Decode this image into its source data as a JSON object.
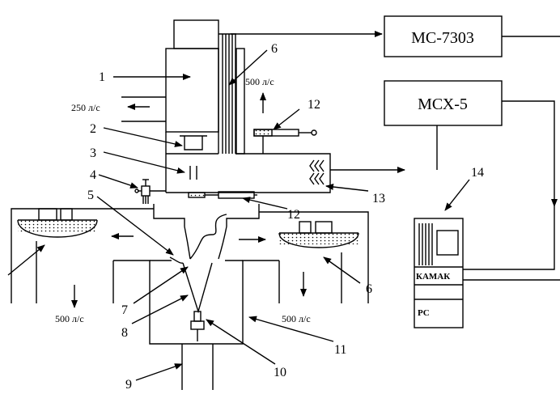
{
  "devices": {
    "ms7303": "МС-7303",
    "msx5": "МСХ-5",
    "camac": "КАМАК",
    "pc": "PC"
  },
  "flows": {
    "pump_left_top": "250 л/с",
    "pump_top_right": "500 л/с",
    "pump_bottom_left": "500 л/с",
    "pump_bottom_right": "500 л/с"
  },
  "labels": {
    "n1": "1",
    "n2": "2",
    "n3": "3",
    "n4": "4",
    "n5": "5",
    "n6_top": "6",
    "n6_right": "6",
    "n7": "7",
    "n8": "8",
    "n9": "9",
    "n10": "10",
    "n11": "11",
    "n12_top": "12",
    "n12_mid": "12",
    "n13": "13",
    "n14": "14"
  }
}
